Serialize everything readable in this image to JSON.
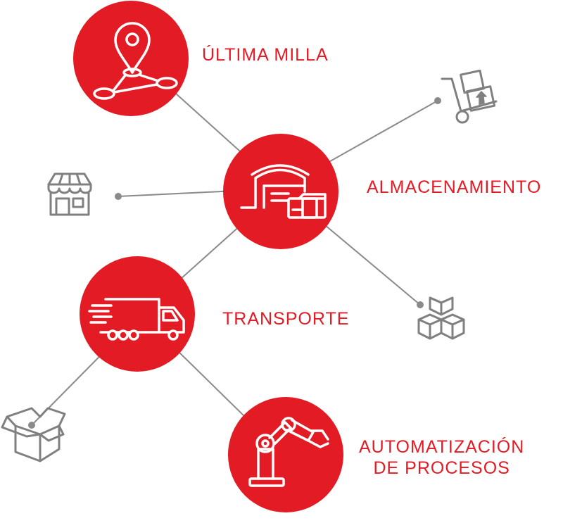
{
  "diagram": {
    "colors": {
      "accent": "#e31b25",
      "connector": "#8a8a8a",
      "icon_stroke": "#808080",
      "icon_on_red": "#ffffff"
    },
    "hubs": [
      {
        "id": "ultima-milla",
        "label": "ÚLTIMA MILLA",
        "icon": "location-route-icon"
      },
      {
        "id": "almacenamiento",
        "label": "ALMACENAMIENTO",
        "icon": "warehouse-icon"
      },
      {
        "id": "transporte",
        "label": "TRANSPORTE",
        "icon": "delivery-truck-icon"
      },
      {
        "id": "automatizacion",
        "label_line1": "AUTOMATIZACIÓN",
        "label_line2": "DE PROCESOS",
        "icon": "robotic-arm-icon"
      }
    ],
    "satellites": [
      {
        "id": "store",
        "icon": "storefront-icon"
      },
      {
        "id": "hand-truck",
        "icon": "hand-truck-icon"
      },
      {
        "id": "boxes",
        "icon": "stacked-boxes-icon"
      },
      {
        "id": "open-box",
        "icon": "open-box-icon"
      }
    ]
  }
}
